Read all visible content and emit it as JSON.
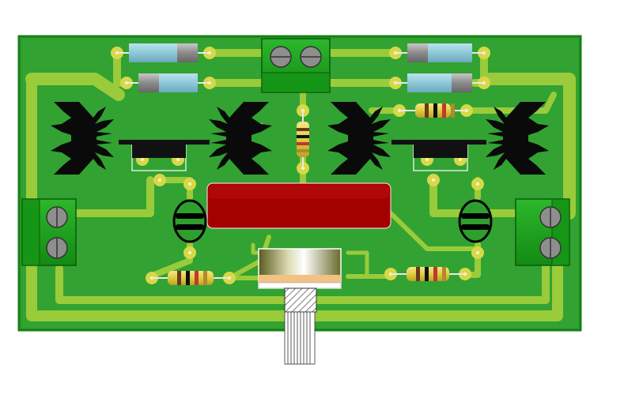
{
  "board": {
    "colors": {
      "substrate": "#2e9e2e",
      "copper": "#9acb3a",
      "pad": "#d6d84a",
      "pad_hole": "#f2f2a0",
      "border": "#1a7a1a",
      "terminal": "#22a222",
      "terminal_dark": "#0e6e0e",
      "screw": "#8a8a8a",
      "heatsink": "#0a0a0a",
      "capacitor": "#a30000",
      "diode_body": "#8ec8d8",
      "diode_band": "#999999",
      "resistor_body": "#e4d24a"
    },
    "components": {
      "terminal_blocks": 3,
      "heatsinks": 4,
      "diodes": 4,
      "resistors": 4,
      "optocouplers": 2,
      "regulators": 2,
      "capacitors": 1,
      "potentiometers": 1
    }
  }
}
